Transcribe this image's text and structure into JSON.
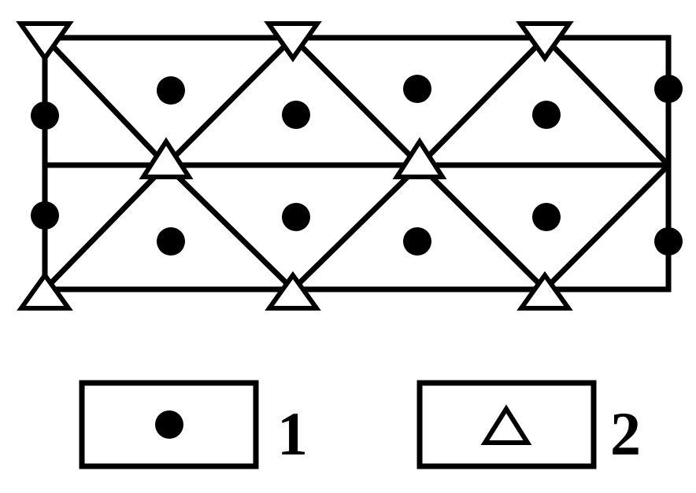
{
  "colors": {
    "stroke": "#000000",
    "background": "#ffffff",
    "dot": "#000000",
    "triangle_fill": "#ffffff"
  },
  "symbols": {
    "dot": "filled-circle-marker",
    "triangle": "open-triangle-marker"
  },
  "legend": [
    {
      "symbol": "dot",
      "label": "1"
    },
    {
      "symbol": "triangle",
      "label": "2"
    }
  ]
}
